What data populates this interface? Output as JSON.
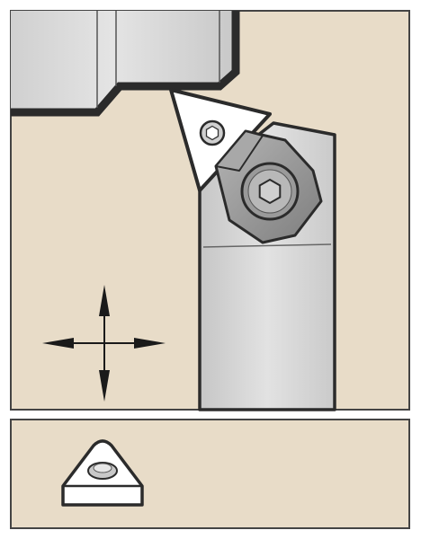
{
  "diagram": {
    "main_view": {
      "background_color": "#e8dcc8",
      "workpiece_color": "#d8d8d8",
      "holder_color": "#d8d8d8",
      "insert_color": "#ffffff",
      "clamp_color": "#9a9a9a",
      "outline_color": "#333333",
      "directions": [
        "up",
        "down",
        "left",
        "right"
      ]
    },
    "insert_view": {
      "background_color": "#e8dcc8",
      "insert_shape": "triangular",
      "insert_color": "#ffffff",
      "hole_color": "#c8c8c8"
    }
  }
}
